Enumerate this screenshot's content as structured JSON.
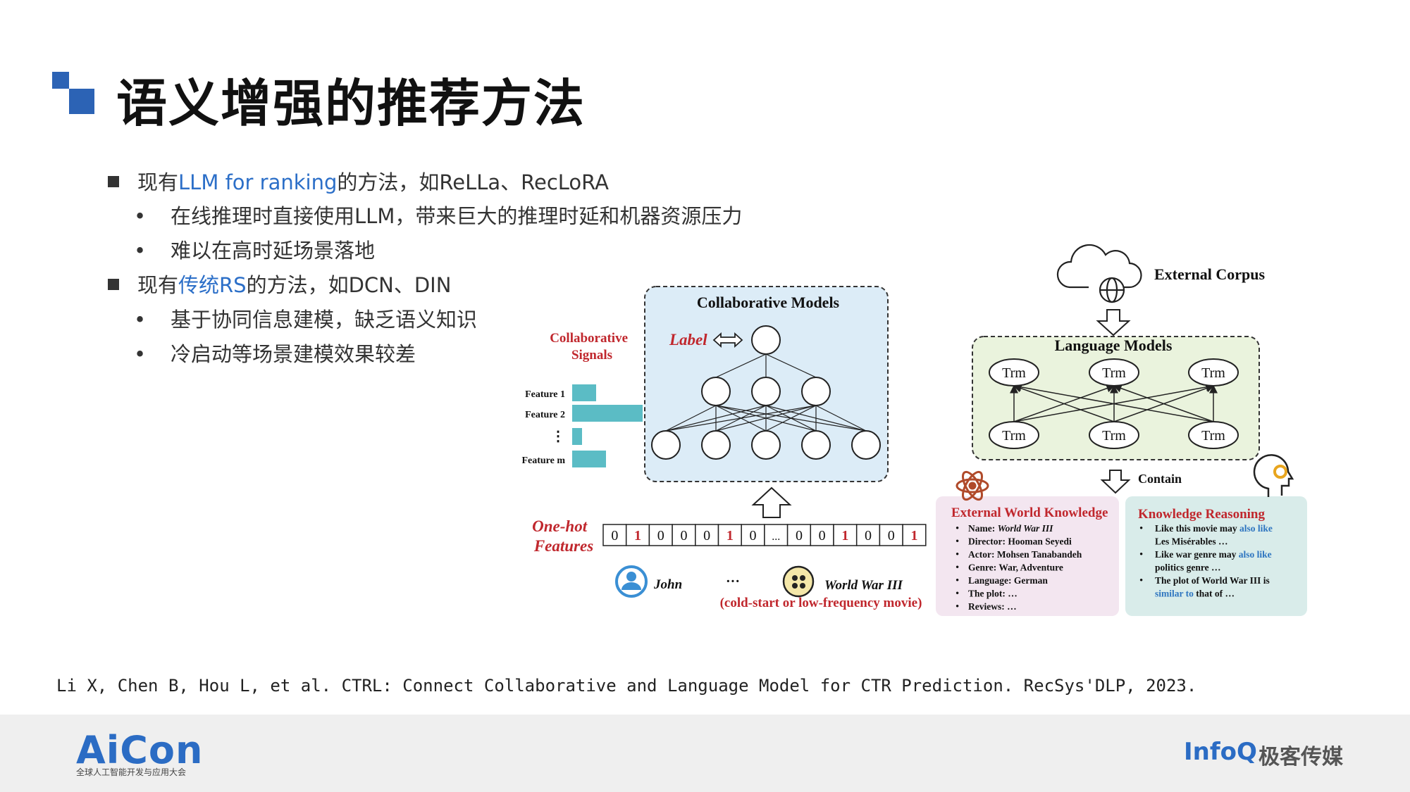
{
  "header": {
    "title": "语义增强的推荐方法"
  },
  "bullets": [
    {
      "pre": "现有",
      "highlight": "LLM for ranking",
      "post": "的方法，如ReLLa、RecLoRA",
      "subs": [
        "在线推理时直接使用LLM，带来巨大的推理时延和机器资源压力",
        "难以在高时延场景落地"
      ]
    },
    {
      "pre": "现有",
      "highlight": "传统RS",
      "post": "的方法，如DCN、DIN",
      "subs": [
        "基于协同信息建模，缺乏语义知识",
        "冷启动等场景建模效果较差"
      ]
    }
  ],
  "sub_bullet_symbol": "•",
  "diagram": {
    "collab_title": "Collaborative Models",
    "collab_signals": "Collaborative\nSignals",
    "label": "Label",
    "features": [
      {
        "name": "Feature 1",
        "value": 0.34
      },
      {
        "name": "Feature 2",
        "value": 1.0
      },
      {
        "name": "⋮",
        "value": 0.14
      },
      {
        "name": "Feature m",
        "value": 0.48
      }
    ],
    "onehot_label": "One-hot\nFeatures",
    "onehot_cells": [
      "0",
      "1",
      "0",
      "0",
      "0",
      "1",
      "0",
      "...",
      "0",
      "0",
      "1",
      "0",
      "0",
      "1"
    ],
    "user_name": "John",
    "ellipsis": "···",
    "movie_name": "World War III",
    "movie_note": "(cold-start or low-frequency movie)",
    "external_corpus": "External Corpus",
    "lm_title": "Language Models",
    "trm": "Trm",
    "contain": "Contain",
    "ewk_title": "External World Knowledge",
    "ewk_items": [
      {
        "k": "Name: ",
        "v": "World War III",
        "italic": true
      },
      {
        "k": "Director: ",
        "v": "Hooman Seyedi"
      },
      {
        "k": "Actor: ",
        "v": "Mohsen Tanabandeh"
      },
      {
        "k": "Genre: ",
        "v": "War, Adventure"
      },
      {
        "k": "Language: ",
        "v": "German"
      },
      {
        "k": "The plot: ",
        "v": "…"
      },
      {
        "k": "Reviews: ",
        "v": "…"
      }
    ],
    "kr_title": "Knowledge Reasoning",
    "kr_items": [
      [
        {
          "t": "Like this movie may "
        },
        {
          "t": "also like",
          "b": true
        }
      ],
      [
        {
          "t": "Les Misérables …"
        }
      ],
      [
        {
          "t": "Like war genre may "
        },
        {
          "t": "also like",
          "b": true
        }
      ],
      [
        {
          "t": "politics genre …"
        }
      ],
      [
        {
          "t": "The plot of World War III is"
        }
      ],
      [
        {
          "t": "similar to",
          "b": true
        },
        {
          "t": " that of …"
        }
      ]
    ],
    "kr_bullet_rows": [
      0,
      2,
      4
    ],
    "colors": {
      "red": "#c0272d",
      "blue_text": "#2e75c0",
      "collab_bg": "#dcecf7",
      "lm_bg": "#eaf3dd",
      "ewk_bg": "#f3e6f0",
      "kr_bg": "#d9ecea",
      "bar": "#5bbcc5"
    }
  },
  "citation": "Li X, Chen B, Hou L, et al. CTRL: Connect Collaborative and Language Model for CTR Prediction. RecSys'DLP, 2023.",
  "footer": {
    "aicon": "AiCon",
    "aicon_sub": "全球人工智能开发与应用大会",
    "infoq": "InfoQ",
    "geek": "极客传媒"
  }
}
